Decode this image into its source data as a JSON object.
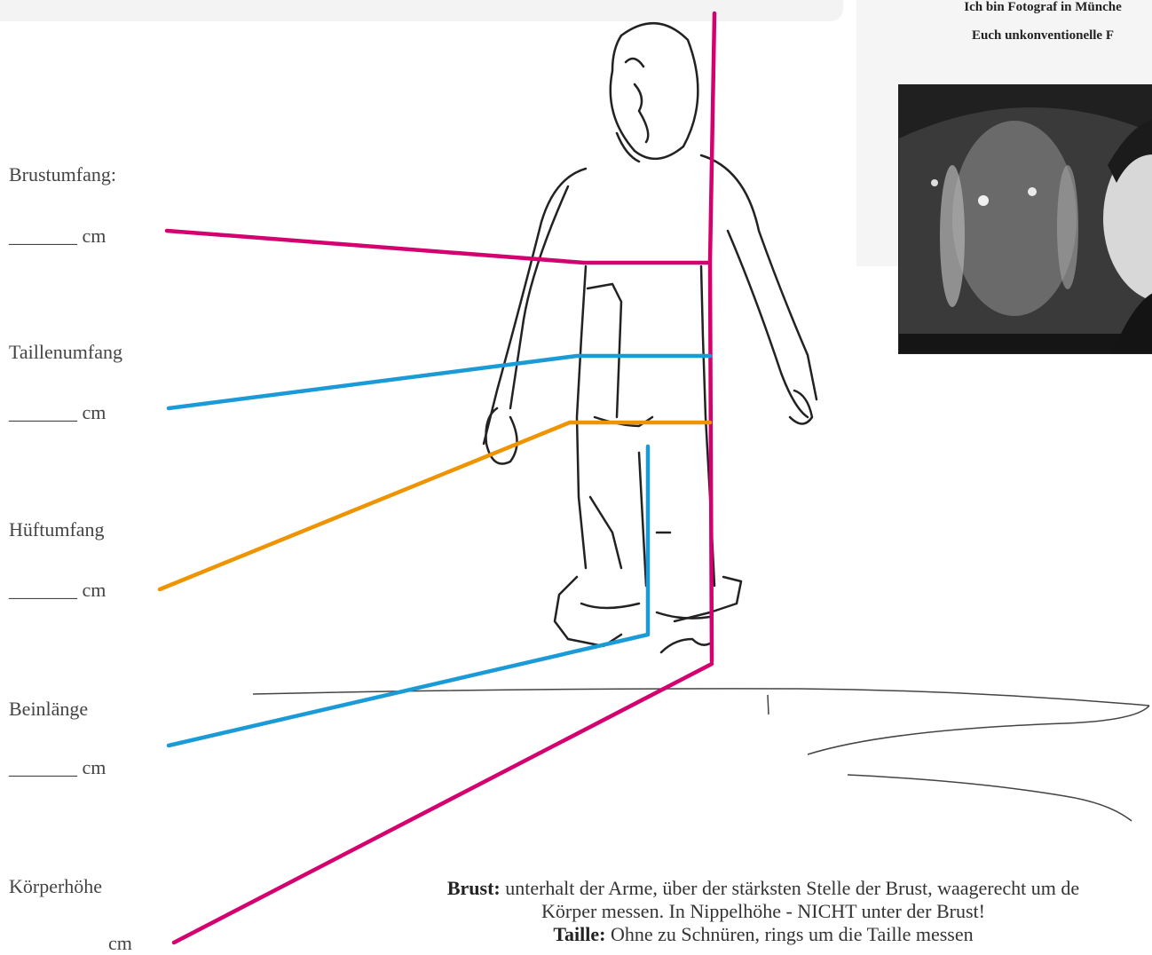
{
  "intro": {
    "line1": "Ich bin Fotograf in Münche",
    "line2": "Euch unkonventionelle F"
  },
  "measurements": [
    {
      "label": "Brustumfang:",
      "blank": "_______",
      "unit": "cm"
    },
    {
      "label": "Taillenumfang",
      "blank": "_______",
      "unit": "cm"
    },
    {
      "label": "Hüftumfang",
      "blank": "_______",
      "unit": "cm"
    },
    {
      "label": "Beinlänge",
      "blank": "_______",
      "unit": "cm"
    },
    {
      "label": "Körperhöhe",
      "unit": "cm"
    }
  ],
  "instructions": {
    "brust_label": "Brust:",
    "brust_text": " unterhalt der Arme, über der stärksten Stelle der Brust, waagerecht um de",
    "brust_text2": "Körper messen. In Nippelhöhe - NICHT unter der Brust!",
    "taille_label": "Taille:",
    "taille_text": " Ohne zu Schnüren, rings um die Taille messen"
  },
  "colors": {
    "magenta": "#d4006f",
    "blue": "#1a9ad6",
    "orange": "#ee9400"
  }
}
